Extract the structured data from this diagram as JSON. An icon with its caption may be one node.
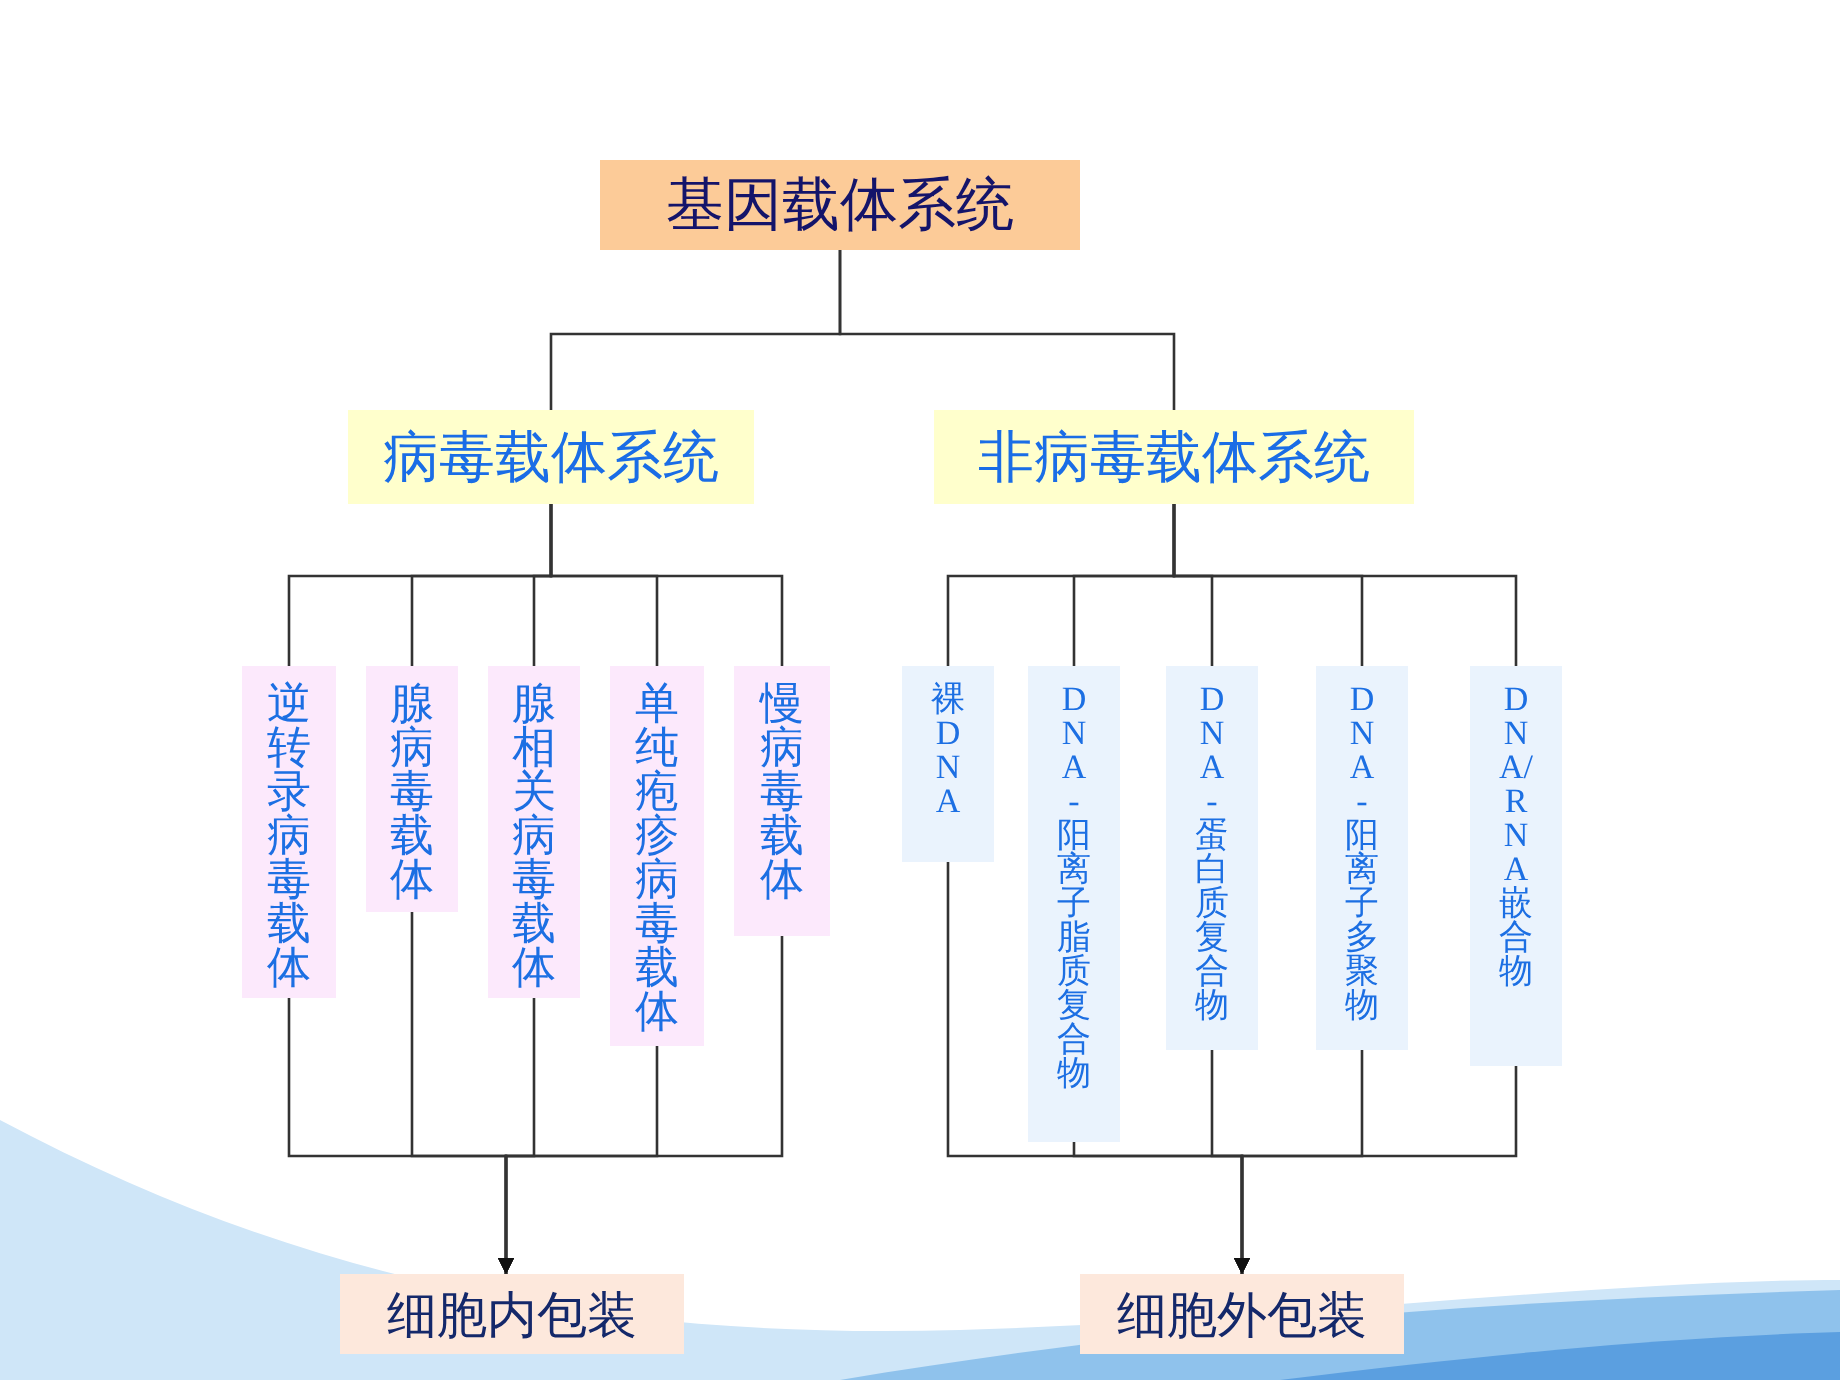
{
  "diagram": {
    "nodes": [
      {
        "text": [
          "基因载体系统"
        ]
      },
      {
        "text": [
          "病毒载体系统"
        ]
      },
      {
        "text": [
          "非病毒载体系统"
        ]
      },
      {
        "text": [
          "逆转录病毒载体"
        ]
      },
      {
        "text": [
          "腺病毒载体"
        ]
      },
      {
        "text": [
          "腺相关病毒载体"
        ]
      },
      {
        "text": [
          "单纯疱疹病毒载体"
        ]
      },
      {
        "text": [
          "慢病毒载体"
        ]
      },
      {
        "text": [
          "裸DNA"
        ]
      },
      {
        "text": [
          "DNA-阳离子脂质复合物"
        ]
      },
      {
        "text": [
          "DNA-蛋白质复合物"
        ]
      },
      {
        "text": [
          "DNA-阳离子多聚物"
        ]
      },
      {
        "text": [
          "DNA/RNA嵌合物"
        ]
      },
      {
        "text": [
          "细胞内包装"
        ]
      },
      {
        "text": [
          "细胞外包装"
        ]
      }
    ],
    "edges": [
      {
        "from": 0,
        "to": 1,
        "arrow": "none"
      },
      {
        "from": 0,
        "to": 2,
        "arrow": "none"
      },
      {
        "from": 1,
        "to": 3,
        "arrow": "none"
      },
      {
        "from": 1,
        "to": 4,
        "arrow": "none"
      },
      {
        "from": 1,
        "to": 5,
        "arrow": "none"
      },
      {
        "from": 1,
        "to": 6,
        "arrow": "none"
      },
      {
        "from": 1,
        "to": 7,
        "arrow": "none"
      },
      {
        "from": 2,
        "to": 8,
        "arrow": "none"
      },
      {
        "from": 2,
        "to": 9,
        "arrow": "none"
      },
      {
        "from": 2,
        "to": 10,
        "arrow": "none"
      },
      {
        "from": 2,
        "to": 11,
        "arrow": "none"
      },
      {
        "from": 2,
        "to": 12,
        "arrow": "none"
      },
      {
        "from": 3,
        "to": 13,
        "arrow": "to"
      },
      {
        "from": 4,
        "to": 13,
        "arrow": "to"
      },
      {
        "from": 5,
        "to": 13,
        "arrow": "to"
      },
      {
        "from": 6,
        "to": 13,
        "arrow": "to"
      },
      {
        "from": 7,
        "to": 13,
        "arrow": "to"
      },
      {
        "from": 8,
        "to": 14,
        "arrow": "to"
      },
      {
        "from": 9,
        "to": 14,
        "arrow": "to"
      },
      {
        "from": 10,
        "to": 14,
        "arrow": "to"
      },
      {
        "from": 11,
        "to": 14,
        "arrow": "to"
      },
      {
        "from": 12,
        "to": 14,
        "arrow": "to"
      }
    ]
  }
}
